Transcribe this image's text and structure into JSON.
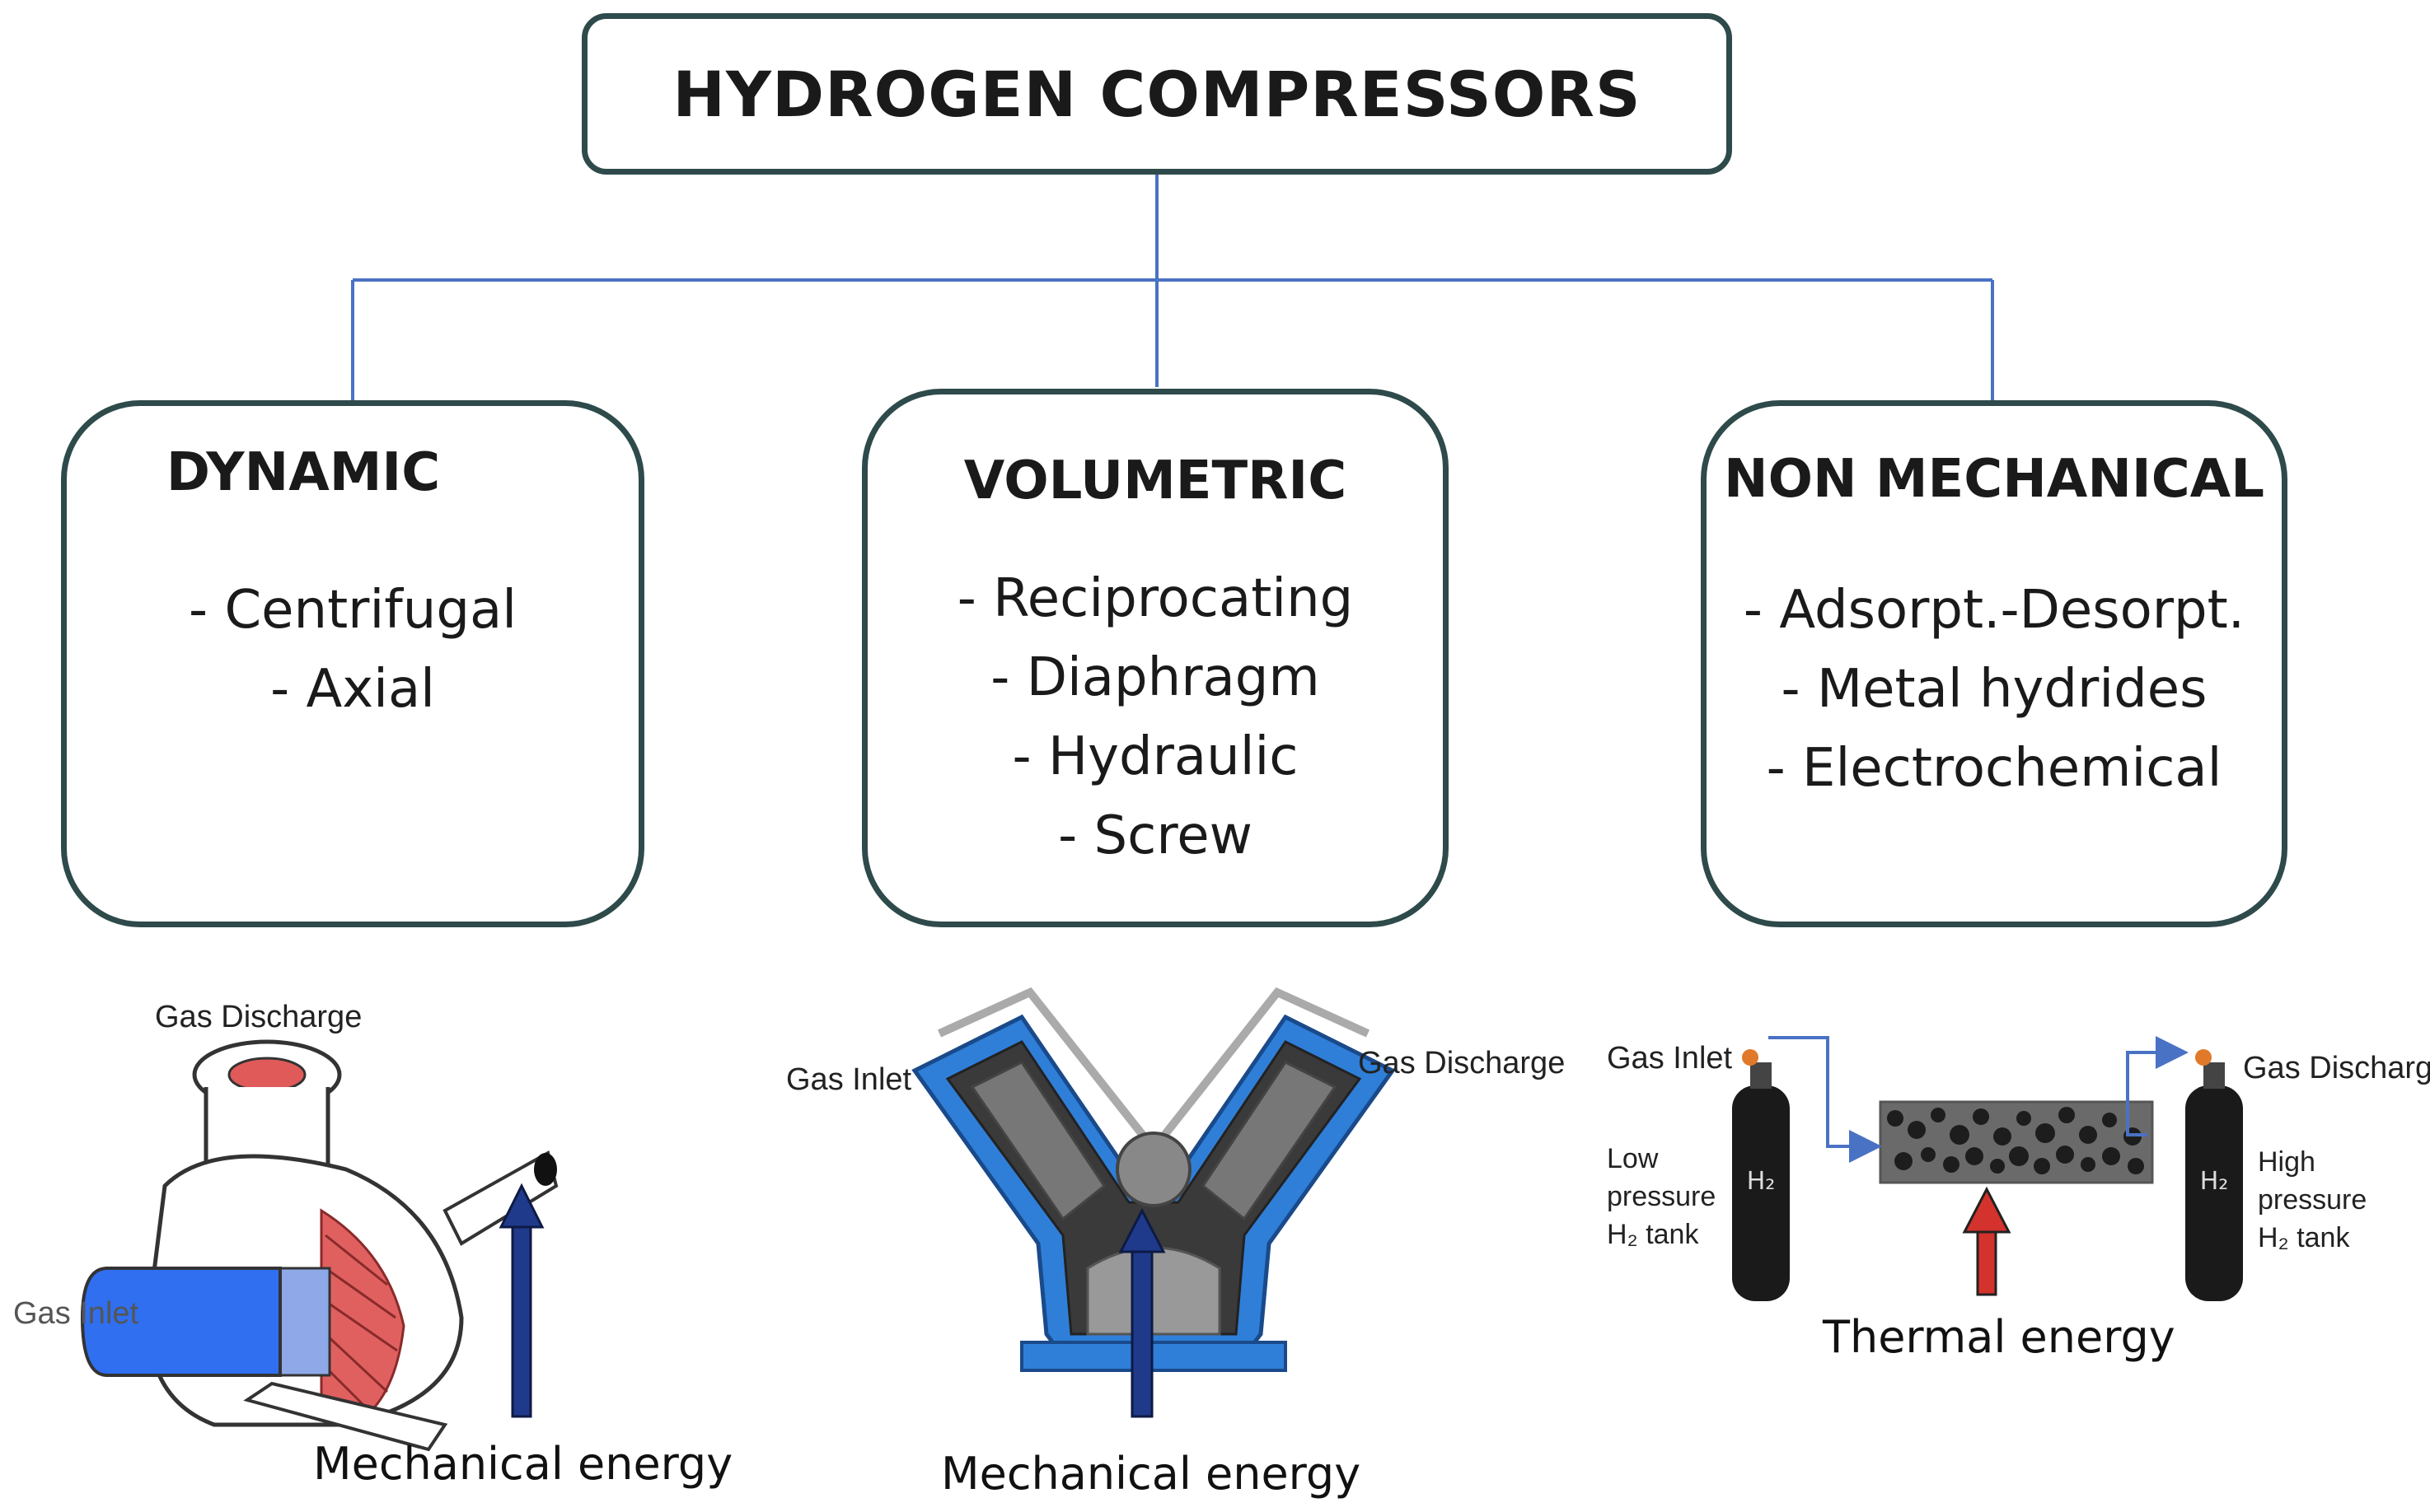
{
  "title": "HYDROGEN COMPRESSORS",
  "colors": {
    "connector": "#4a72c4",
    "box_border": "#2e4a4a",
    "mech_arrow": "#1f3a8a",
    "thermal_arrow": "#d4322c"
  },
  "categories": [
    {
      "title": "DYNAMIC",
      "items": [
        "- Centrifugal",
        "- Axial"
      ]
    },
    {
      "title": "VOLUMETRIC",
      "items": [
        "- Reciprocating",
        "- Diaphragm",
        "- Hydraulic",
        "- Screw"
      ]
    },
    {
      "title": "NON MECHANICAL",
      "items": [
        "- Adsorpt.-Desorpt.",
        "- Metal hydrides",
        "- Electrochemical"
      ]
    }
  ],
  "illustrations": {
    "dynamic": {
      "gas_discharge": "Gas Discharge",
      "gas_inlet": "Gas Inlet",
      "energy": "Mechanical energy"
    },
    "volumetric": {
      "gas_inlet": "Gas Inlet",
      "gas_discharge": "Gas Discharge",
      "energy": "Mechanical energy"
    },
    "non_mechanical": {
      "gas_inlet": "Gas Inlet",
      "gas_discharge": "Gas Discharge",
      "low_tank": [
        "Low",
        "pressure",
        "H₂ tank"
      ],
      "high_tank": [
        "High",
        "pressure",
        "H₂ tank"
      ],
      "tank_label": "H₂",
      "energy": "Thermal energy"
    }
  }
}
